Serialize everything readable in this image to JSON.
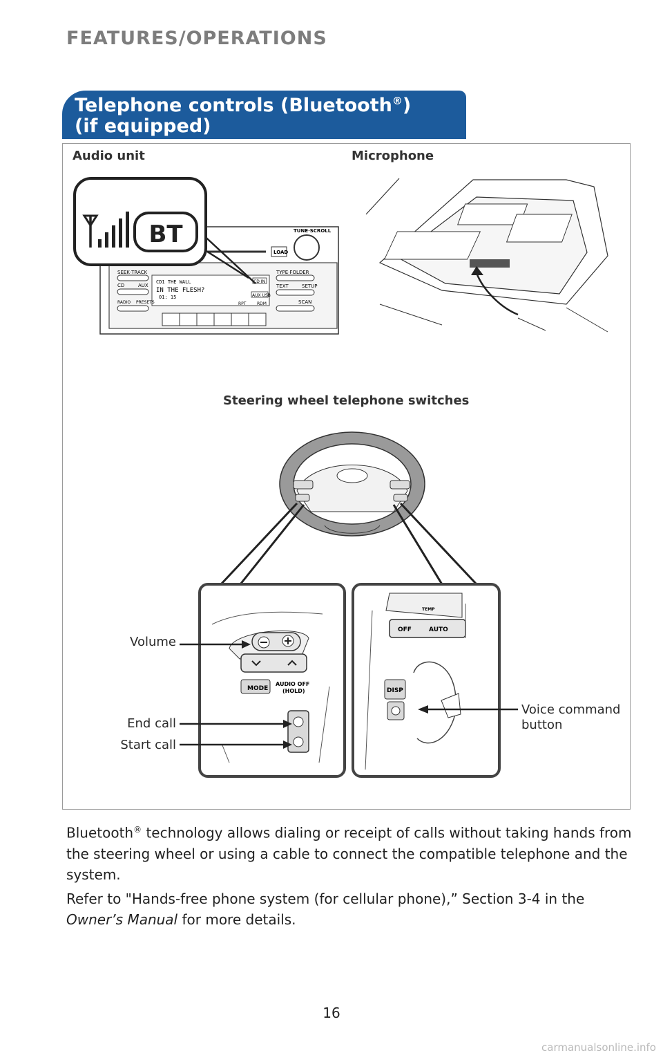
{
  "section_header": "FEATURES/OPERATIONS",
  "title": {
    "line1": "Telephone controls (Bluetooth",
    "reg": "®",
    "line1_end": ")",
    "line2": "(if equipped)"
  },
  "figure": {
    "audio_unit_label": "Audio unit",
    "microphone_label": "Microphone",
    "steering_label": "Steering wheel telephone switches",
    "volume_label": "Volume",
    "end_call_label": "End call",
    "start_call_label": "Start call",
    "voice_command_label_1": "Voice command",
    "voice_command_label_2": "button",
    "bt_badge": "BT",
    "radio": {
      "tune_scroll": "TUNE·SCROLL",
      "load": "LOAD",
      "seek_track": "SEEK·TRACK",
      "type_folder": "TYPE·FOLDER",
      "cd": "CD",
      "aux": "AUX",
      "radio": "RADIO",
      "presets": "PRESETS",
      "text": "TEXT",
      "setup": "SETUP",
      "scan": "SCAN",
      "display_line1": "CD1  THE  WALL",
      "display_line2": "IN  THE  FLESH?",
      "display_line3": "01: 15",
      "cd_in": "CD IN",
      "aux_usb": "AUX USB",
      "rpt": "RPT",
      "rdm": "RDM"
    },
    "switches": {
      "mode": "MODE",
      "audio_off": "AUDIO OFF",
      "hold": "(HOLD)",
      "temp": "TEMP",
      "off": "OFF",
      "auto": "AUTO",
      "disp": "DISP"
    }
  },
  "paragraph1": {
    "start": "Bluetooth",
    "reg": "®",
    "rest": " technology allows dialing or receipt of calls without taking hands from the steering wheel or using a cable to connect the compatible telephone and the system."
  },
  "paragraph2": {
    "start": "Refer to \"Hands-free phone system (for cellular phone),” Section 3-4 in the ",
    "manual": "Owner’s Manual",
    "end": " for more details."
  },
  "page_number": "16",
  "watermark": "carmanualsonline.info",
  "colors": {
    "title_bar": "#1c5b9c",
    "header_gray": "#7d7d7d",
    "frame_border": "#9a9a9a"
  }
}
